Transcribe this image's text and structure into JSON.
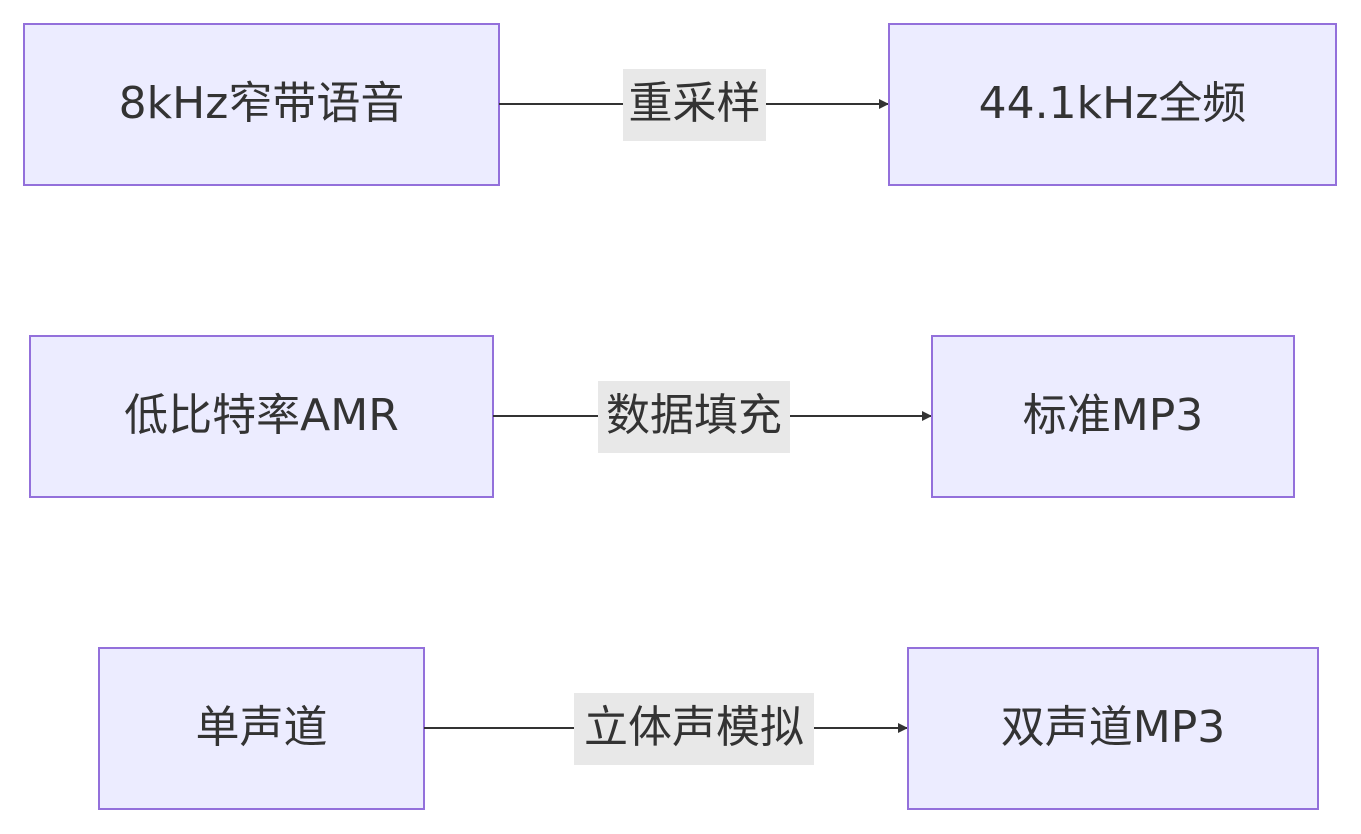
{
  "flows": [
    {
      "source": "8kHz窄带语音",
      "label": "重采样",
      "target": "44.1kHz全频"
    },
    {
      "source": "低比特率AMR",
      "label": "数据填充",
      "target": "标准MP3"
    },
    {
      "source": "单声道",
      "label": "立体声模拟",
      "target": "双声道MP3"
    }
  ],
  "colors": {
    "node_fill": "#ECECFF",
    "node_stroke": "#9370DB",
    "edge": "#333333",
    "label_bg": "#E8E8E8",
    "text": "#333333"
  }
}
